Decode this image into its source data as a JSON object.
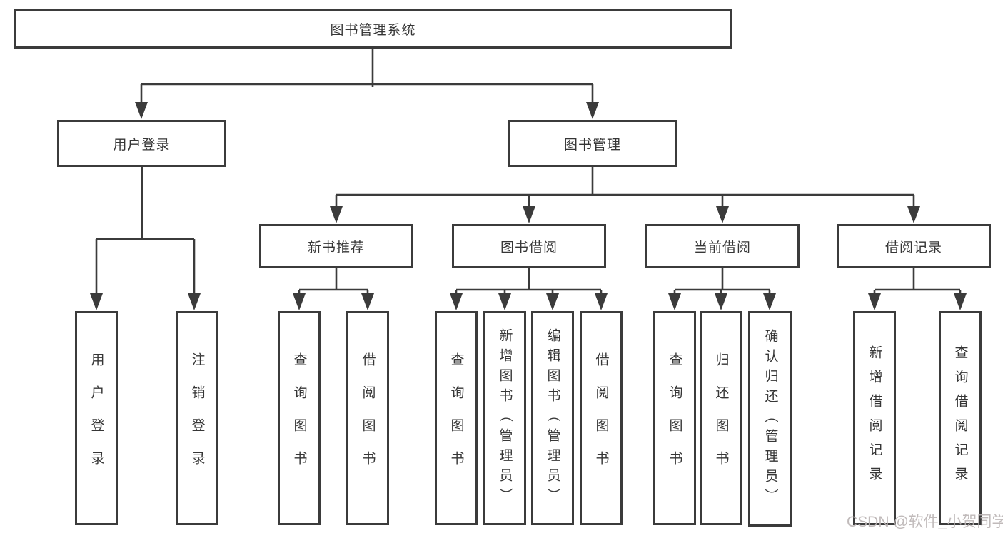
{
  "title": "图书管理系统",
  "watermark": "CSDN @软件_小贺同学",
  "colors": {
    "line": "#3b3b3b",
    "text": "#363636",
    "background": "#ffffff",
    "watermark": "#bbb4b4"
  },
  "tree": {
    "root": {
      "label": "图书管理系统"
    },
    "branches": [
      {
        "label": "用户登录",
        "children": [
          {
            "label": "用户登录"
          },
          {
            "label": "注销登录"
          }
        ]
      },
      {
        "label": "图书管理",
        "sections": [
          {
            "label": "新书推荐",
            "children": [
              {
                "label": "查询图书"
              },
              {
                "label": "借阅图书"
              }
            ]
          },
          {
            "label": "图书借阅",
            "children": [
              {
                "label": "查询图书"
              },
              {
                "label": "新增图书（管理员）"
              },
              {
                "label": "编辑图书（管理员）"
              },
              {
                "label": "借阅图书"
              }
            ]
          },
          {
            "label": "当前借阅",
            "children": [
              {
                "label": "查询图书"
              },
              {
                "label": "归还图书"
              },
              {
                "label": "确认归还（管理员）"
              }
            ]
          },
          {
            "label": "借阅记录",
            "children": [
              {
                "label": "新增借阅记录"
              },
              {
                "label": "查询借阅记录"
              }
            ]
          }
        ]
      }
    ]
  }
}
